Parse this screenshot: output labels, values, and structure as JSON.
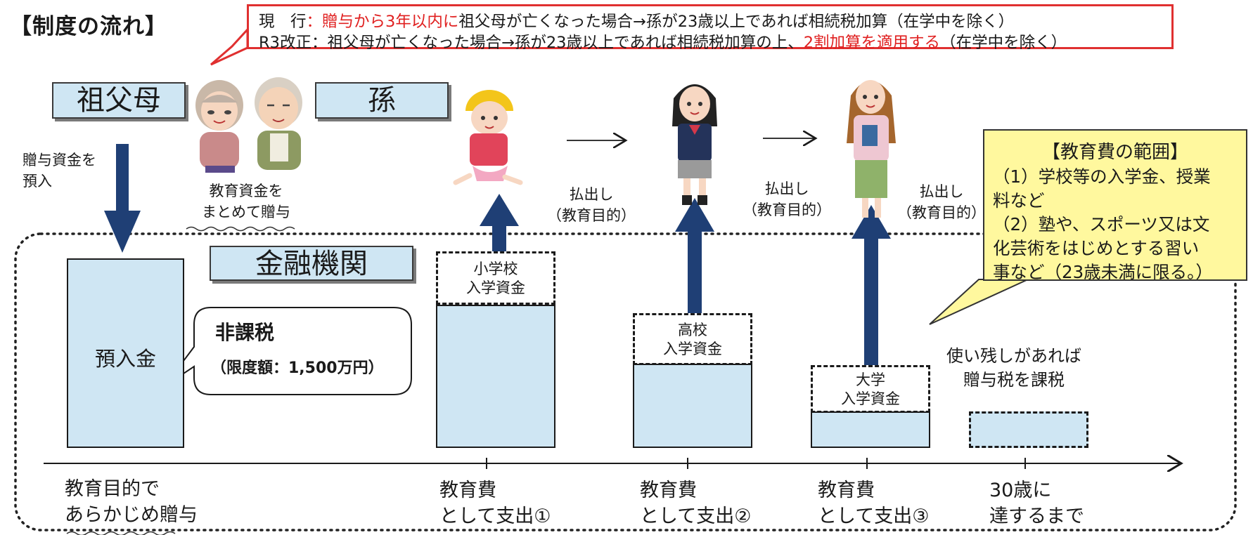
{
  "title": "【制度の流れ】",
  "top_callout": {
    "line1_label": "現　行",
    "line1_sep": "：",
    "line1_red": "贈与から3年以内に",
    "line1_rest": "祖父母が亡くなった場合→孫が23歳以上であれば相続税加算（在学中を除く）",
    "line2_label": "R3改正",
    "line2_sep": "：",
    "line2_pre": "祖父母が亡くなった場合→孫が23歳以上であれば相続税加算の上、",
    "line2_red": "2割加算を適用する",
    "line2_post": "（在学中を除く）"
  },
  "actors": {
    "grandparents": "祖父母",
    "grandchild": "孫",
    "bank": "金融機関"
  },
  "deposit_note": [
    "贈与資金を",
    "預入"
  ],
  "lump_sum_note": [
    "教育資金を",
    "まとめて贈与"
  ],
  "deposit_box": "預入金",
  "tax_free": {
    "title": "非課税",
    "limit": "（限度額：1,500万円）"
  },
  "withdraw_label": [
    "払出し",
    "（教育目的）"
  ],
  "schools": [
    {
      "name": "小学校",
      "fund": "入学資金"
    },
    {
      "name": "高校",
      "fund": "入学資金"
    },
    {
      "name": "大学",
      "fund": "入学資金"
    }
  ],
  "remaining": [
    "使い残しがあれば",
    "贈与税を課税"
  ],
  "timeline": [
    [
      "教育目的で",
      "あらかじめ贈与"
    ],
    [
      "教育費",
      "として支出①"
    ],
    [
      "教育費",
      "として支出②"
    ],
    [
      "教育費",
      "として支出③"
    ],
    [
      "30歳に",
      "達するまで"
    ]
  ],
  "scope": {
    "title": "【教育費の範囲】",
    "item1": [
      "（1）学校等の入学金、授業",
      "料など"
    ],
    "item2": [
      "（2）塾や、スポーツ又は文",
      "化芸術をはじめとする習い",
      "事など（23歳未満に限る。）"
    ]
  },
  "colors": {
    "box_fill": "#cfe6f3",
    "arrow_fill": "#1f3f75",
    "callout_border": "#e03030",
    "scope_fill": "#fff89e",
    "highlight": "#e02020"
  },
  "illustrations": [
    "grandmother-illustration",
    "grandfather-illustration",
    "schoolgirl-illustration",
    "high-school-girl-illustration",
    "college-student-illustration"
  ]
}
